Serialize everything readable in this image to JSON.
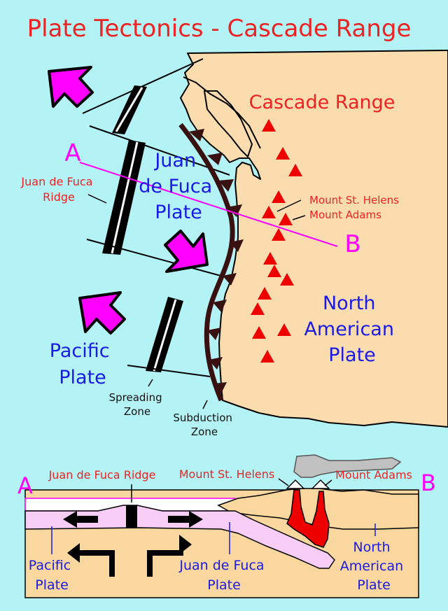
{
  "title": "Plate Tectonics - Cascade Range",
  "map": {
    "cascade_range": "Cascade Range",
    "point_a": "A",
    "point_b": "B",
    "juan_de_fuca_plate": [
      "Juan",
      "de Fuca",
      "Plate"
    ],
    "juan_de_fuca_ridge": [
      "Juan de Fuca",
      "Ridge"
    ],
    "mount_st_helens": "Mount St. Helens",
    "mount_adams": "Mount Adams",
    "north_american_plate": [
      "North",
      "American",
      "Plate"
    ],
    "pacific_plate": [
      "Pacific",
      "Plate"
    ],
    "spreading_zone": [
      "Spreading",
      "Zone"
    ],
    "subduction_zone": [
      "Subduction",
      "Zone"
    ]
  },
  "cross_section": {
    "point_a": "A",
    "point_b": "B",
    "juan_de_fuca_ridge": "Juan de Fuca Ridge",
    "mount_st_helens": "Mount St. Helens",
    "mount_adams": "Mount Adams",
    "pacific_plate": [
      "Pacific",
      "Plate"
    ],
    "juan_de_fuca_plate": [
      "Juan de Fuca",
      "Plate"
    ],
    "north_american_plate": [
      "North",
      "American",
      "Plate"
    ]
  },
  "colors": {
    "ocean": "#b3f3f6",
    "land": "#fbdcae",
    "title_red": "#ee2222",
    "volcano_red": "#ee0000",
    "plate_blue": "#1a1ae6",
    "magenta": "#ff00ff",
    "subduction_brown": "#3a1111",
    "ocean_plate_pink": "#f7cdf6",
    "mantle": "#f9d79e"
  }
}
